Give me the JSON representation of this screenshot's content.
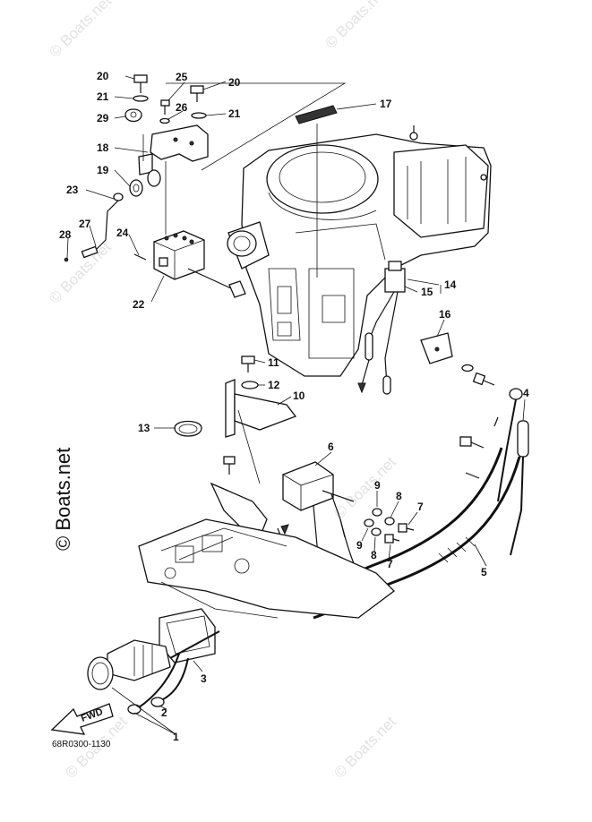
{
  "watermarks": {
    "main": "© Boats.net",
    "faint": "© Boats.net"
  },
  "drawing_code": "68R0300-1130",
  "fwd_label": "FWD",
  "callouts": {
    "c1": "1",
    "c2": "2",
    "c3": "3",
    "c4": "4",
    "c5": "5",
    "c6": "6",
    "c7a": "7",
    "c7b": "7",
    "c8a": "8",
    "c8b": "8",
    "c9a": "9",
    "c9b": "9",
    "c10": "10",
    "c11": "11",
    "c12": "12",
    "c13": "13",
    "c14": "14",
    "c15": "15",
    "c16": "16",
    "c17": "17",
    "c18": "18",
    "c19": "19",
    "c20a": "20",
    "c20b": "20",
    "c21a": "21",
    "c21b": "21",
    "c22": "22",
    "c23": "23",
    "c24": "24",
    "c25": "25",
    "c26": "26",
    "c27": "27",
    "c28": "28",
    "c29": "29"
  },
  "colors": {
    "line": "#111111",
    "watermark": "#e2e2e2",
    "background": "#ffffff"
  }
}
